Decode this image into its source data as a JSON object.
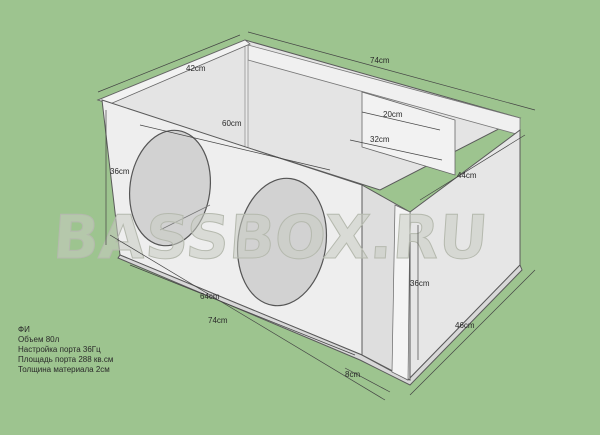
{
  "watermark": "BASSBOX.RU",
  "dimensions": {
    "width_top": "74cm",
    "depth_top": "42cm",
    "inner_width": "60cm",
    "port_width": "20cm",
    "port_length": "32cm",
    "height_left": "36cm",
    "depth_right": "44cm",
    "port_height": "36cm",
    "bottom_inner": "64cm",
    "bottom_width": "74cm",
    "port_slot": "8cm",
    "depth_bottom": "46cm"
  },
  "specs": {
    "title": "ФИ",
    "volume": "Объем 80л",
    "tuning": "Настройка порта 36Гц",
    "port_area": "Площадь порта 288 кв.см",
    "thickness": "Толщина материала 2см"
  },
  "colors": {
    "background": "#9dc48f",
    "panel": "#eeeeee",
    "panel_shadow": "#d9d9d9",
    "edge": "#5a5a5a"
  }
}
